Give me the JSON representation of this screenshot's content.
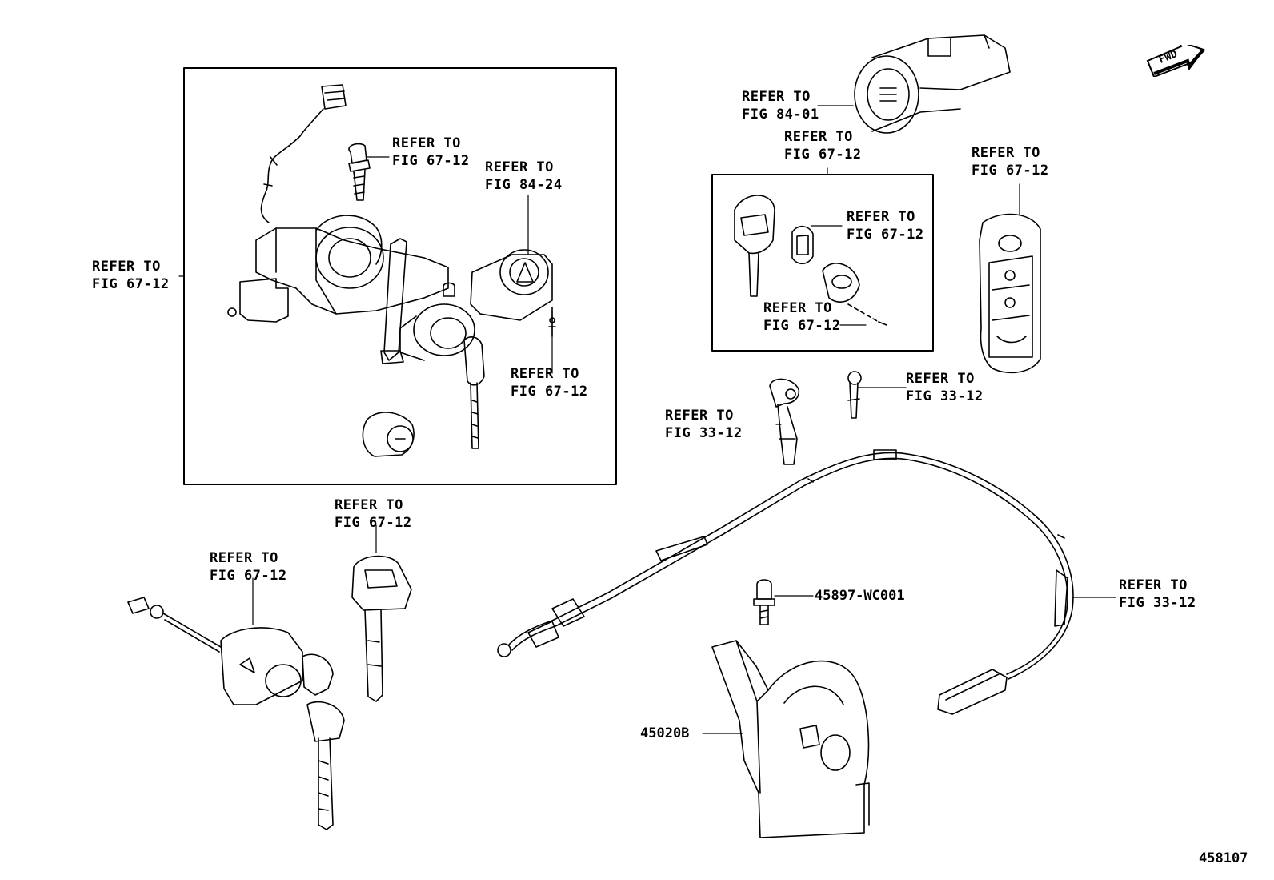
{
  "diagram": {
    "callouts": [
      {
        "id": "c1",
        "line1": "REFER TO",
        "line2": "FIG 67-12"
      },
      {
        "id": "c2",
        "line1": "REFER TO",
        "line2": "FIG 67-12"
      },
      {
        "id": "c3",
        "line1": "REFER TO",
        "line2": "FIG 84-24"
      },
      {
        "id": "c4",
        "line1": "REFER TO",
        "line2": "FIG 67-12"
      },
      {
        "id": "c5",
        "line1": "REFER TO",
        "line2": "FIG 84-01"
      },
      {
        "id": "c6",
        "line1": "REFER TO",
        "line2": "FIG 67-12"
      },
      {
        "id": "c7",
        "line1": "REFER TO",
        "line2": "FIG 67-12"
      },
      {
        "id": "c8",
        "line1": "REFER TO",
        "line2": "FIG 67-12"
      },
      {
        "id": "c9",
        "line1": "REFER TO",
        "line2": "FIG 67-12"
      },
      {
        "id": "c10",
        "line1": "REFER TO",
        "line2": "FIG 33-12"
      },
      {
        "id": "c11",
        "line1": "REFER TO",
        "line2": "FIG 33-12"
      },
      {
        "id": "c12",
        "line1": "REFER TO",
        "line2": "FIG 67-12"
      },
      {
        "id": "c13",
        "line1": "REFER TO",
        "line2": "FIG 67-12"
      },
      {
        "id": "c14",
        "line1": "REFER TO",
        "line2": "FIG 33-12"
      }
    ],
    "part_numbers": {
      "bolt": "45897-WC001",
      "cover": "45020B"
    },
    "fwd_label": "FWD",
    "illustration_number": "458107"
  }
}
